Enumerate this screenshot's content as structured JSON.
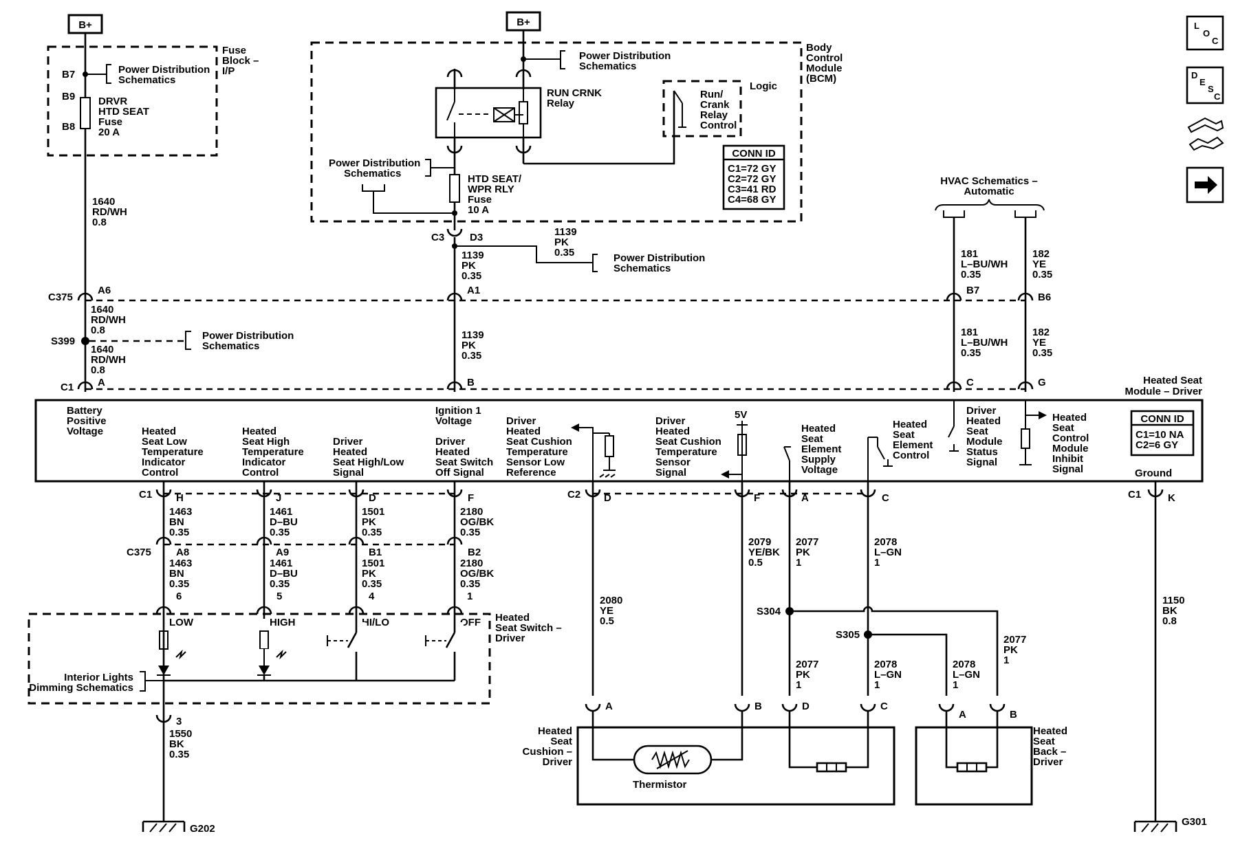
{
  "supply": {
    "bplus": "B+"
  },
  "fuse_block": {
    "title": [
      "Fuse",
      "Block –",
      "I/P"
    ],
    "b7": "B7",
    "b9": "B9",
    "b8": "B8",
    "pdist": [
      "Power Distribution",
      "Schematics"
    ],
    "fuse": [
      "DRVR",
      "HTD SEAT",
      "Fuse",
      "20 A"
    ]
  },
  "bcm": {
    "title": [
      "Body",
      "Control",
      "Module",
      "(BCM)"
    ],
    "pdist_top": [
      "Power Distribution",
      "Schematics"
    ],
    "relay": [
      "RUN CRNK",
      "Relay"
    ],
    "logic": "Logic",
    "control": [
      "Run/",
      "Crank",
      "Relay",
      "Control"
    ],
    "pdist_left": [
      "Power Distribution",
      "Schematics"
    ],
    "fuse": [
      "HTD SEAT/",
      "WPR RLY",
      "Fuse",
      "10 A"
    ],
    "conn_title": "CONN ID",
    "conn": [
      "C1=72 GY",
      "C2=72 GY",
      "C3=41 RD",
      "C4=68 GY"
    ],
    "c3": "C3",
    "d3": "D3"
  },
  "wires_top": {
    "w1640": [
      "1640",
      "RD/WH",
      "0.8"
    ],
    "w1139_bcm": [
      "1139",
      "PK",
      "0.35"
    ],
    "w1139_branch": [
      "1139",
      "PK",
      "0.35"
    ],
    "pdist_branch": [
      "Power Distribution",
      "Schematics"
    ],
    "hvac": [
      "HVAC Schematics –",
      "Automatic"
    ],
    "w181": [
      "181",
      "L–BU/WH",
      "0.35"
    ],
    "w182": [
      "182",
      "YE",
      "0.35"
    ]
  },
  "c375_top": {
    "c375": "C375",
    "a6": "A6",
    "a1": "A1",
    "b7": "B7",
    "b6": "B6"
  },
  "s399": {
    "label": "S399",
    "w1640a": [
      "1640",
      "RD/WH",
      "0.8"
    ],
    "w1640b": [
      "1640",
      "RD/WH",
      "0.8"
    ],
    "pdist": [
      "Power Distribution",
      "Schematics"
    ],
    "w1139": [
      "1139",
      "PK",
      "0.35"
    ],
    "w181": [
      "181",
      "L–BU/WH",
      "0.35"
    ],
    "w182": [
      "182",
      "YE",
      "0.35"
    ]
  },
  "c1_top": {
    "c1": "C1",
    "a": "A",
    "b": "B",
    "c": "C",
    "g": "G"
  },
  "module": {
    "title": [
      "Heated Seat",
      "Module – Driver"
    ],
    "battery": [
      "Battery",
      "Positive",
      "Voltage"
    ],
    "ignition": [
      "Ignition 1",
      "Voltage"
    ],
    "low_ind": [
      "Heated",
      "Seat Low",
      "Temperature",
      "Indicator",
      "Control"
    ],
    "high_ind": [
      "Heated",
      "Seat High",
      "Temperature",
      "Indicator",
      "Control"
    ],
    "hilo": [
      "Driver",
      "Heated",
      "Seat High/Low",
      "Signal"
    ],
    "off": [
      "Driver",
      "Heated",
      "Seat Switch",
      "Off Signal"
    ],
    "sensor_low": [
      "Driver",
      "Heated",
      "Seat Cushion",
      "Temperature",
      "Sensor Low",
      "Reference"
    ],
    "sensor_sig": [
      "Driver",
      "Heated",
      "Seat Cushion",
      "Temperature",
      "Sensor",
      "Signal"
    ],
    "five_v": "5V",
    "supply": [
      "Heated",
      "Seat",
      "Element",
      "Supply",
      "Voltage"
    ],
    "elem_ctrl": [
      "Heated",
      "Seat",
      "Element",
      "Control"
    ],
    "status": [
      "Driver",
      "Heated",
      "Seat",
      "Module",
      "Status",
      "Signal"
    ],
    "inhibit": [
      "Heated",
      "Seat",
      "Control",
      "Module",
      "Inhibit",
      "Signal"
    ],
    "ground": "Ground",
    "conn_title": "CONN ID",
    "conn": [
      "C1=10 NA",
      "C2=6 GY"
    ]
  },
  "lower": {
    "c1": "C1",
    "h": "H",
    "j": "J",
    "d": "D",
    "f": "F",
    "c2": "C2",
    "d2": "D",
    "f2": "F",
    "a2": "A",
    "c2b": "C",
    "c1k": "C1",
    "k": "K",
    "w1463a": [
      "1463",
      "BN",
      "0.35"
    ],
    "w1461a": [
      "1461",
      "D–BU",
      "0.35"
    ],
    "w1501a": [
      "1501",
      "PK",
      "0.35"
    ],
    "w2180a": [
      "2180",
      "OG/BK",
      "0.35"
    ],
    "c375": "C375",
    "a8": "A8",
    "a9": "A9",
    "b1": "B1",
    "b2": "B2",
    "w1463b": [
      "1463",
      "BN",
      "0.35",
      "6"
    ],
    "w1461b": [
      "1461",
      "D–BU",
      "0.35",
      "5"
    ],
    "w1501b": [
      "1501",
      "PK",
      "0.35",
      "4"
    ],
    "w2180b": [
      "2180",
      "OG/BK",
      "0.35",
      "1"
    ],
    "w2079": [
      "2079",
      "YE/BK",
      "0.5"
    ],
    "w2077": [
      "2077",
      "PK",
      "1"
    ],
    "w2078": [
      "2078",
      "L–GN",
      "1"
    ],
    "w2080": [
      "2080",
      "YE",
      "0.5"
    ],
    "w1150": [
      "1150",
      "BK",
      "0.8"
    ]
  },
  "switch": {
    "title": [
      "Heated",
      "Seat Switch –",
      "Driver"
    ],
    "low": "LOW",
    "high": "HIGH",
    "hilo": "HI/LO",
    "off": "OFF",
    "dimming": [
      "Interior Lights",
      "Dimming Schematics"
    ],
    "pin3": "3",
    "w1550": [
      "1550",
      "BK",
      "0.35"
    ],
    "g202": "G202"
  },
  "splices": {
    "s304": "S304",
    "s305": "S305",
    "w2077_s304": [
      "2077",
      "PK",
      "1"
    ],
    "w2078_s304": [
      "2078",
      "L–GN",
      "1"
    ],
    "w2078_s305": [
      "2078",
      "L–GN",
      "1"
    ],
    "w2077_back": [
      "2077",
      "PK",
      "1"
    ]
  },
  "cushion": {
    "title": [
      "Heated",
      "Seat",
      "Cushion –",
      "Driver"
    ],
    "a": "A",
    "b": "B",
    "d": "D",
    "c": "C",
    "thermistor": "Thermistor"
  },
  "back": {
    "title": [
      "Heated",
      "Seat",
      "Back –",
      "Driver"
    ],
    "a": "A",
    "b": "B"
  },
  "ground_right": {
    "g301": "G301"
  },
  "nav": {
    "loc": [
      "L",
      "O",
      "C"
    ],
    "desc": [
      "D",
      "E",
      "S",
      "C"
    ]
  }
}
